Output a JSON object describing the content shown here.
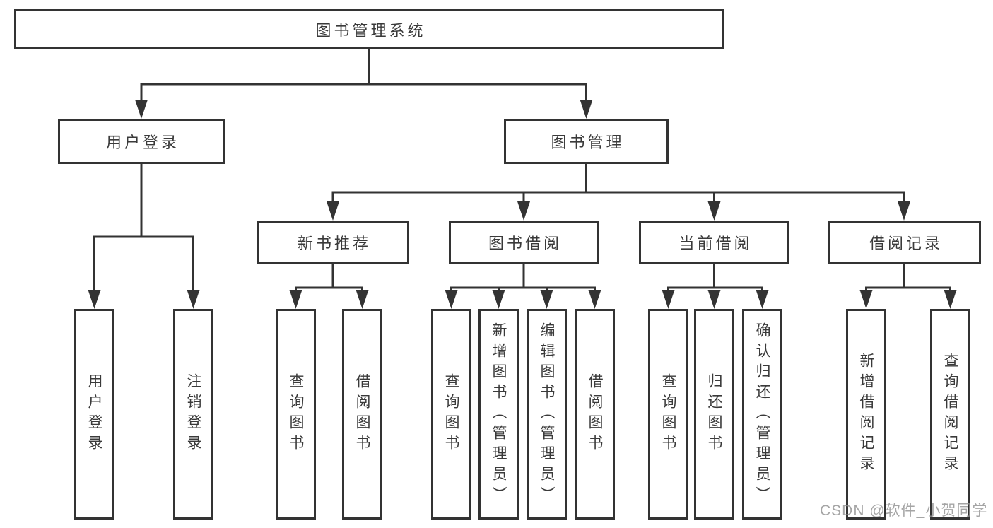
{
  "diagram": {
    "type": "hierarchy-tree",
    "nodes": {
      "root": "图书管理系统",
      "l2": [
        "用户登录",
        "图书管理"
      ],
      "l3": [
        "新书推荐",
        "图书借阅",
        "当前借阅",
        "借阅记录"
      ],
      "leaves": [
        "用户登录",
        "注销登录",
        "查询图书",
        "借阅图书",
        "查询图书",
        "新增图书（管理员）",
        "编辑图书（管理员）",
        "借阅图书",
        "查询图书",
        "归还图书",
        "确认归还（管理员）",
        "新增借阅记录",
        "查询借阅记录"
      ]
    },
    "hierarchy": {
      "图书管理系统": {
        "用户登录": [
          "用户登录",
          "注销登录"
        ],
        "图书管理": {
          "新书推荐": [
            "查询图书",
            "借阅图书"
          ],
          "图书借阅": [
            "查询图书",
            "新增图书（管理员）",
            "编辑图书（管理员）",
            "借阅图书"
          ],
          "当前借阅": [
            "查询图书",
            "归还图书",
            "确认归还（管理员）"
          ],
          "借阅记录": [
            "新增借阅记录",
            "查询借阅记录"
          ]
        }
      }
    },
    "colors": {
      "line": "#333333",
      "box_border": "#333333",
      "box_fill": "#ffffff",
      "text": "#3a3a3a"
    }
  },
  "watermark": {
    "text": "CSDN @软件_小贺同学",
    "color": "#919191"
  }
}
